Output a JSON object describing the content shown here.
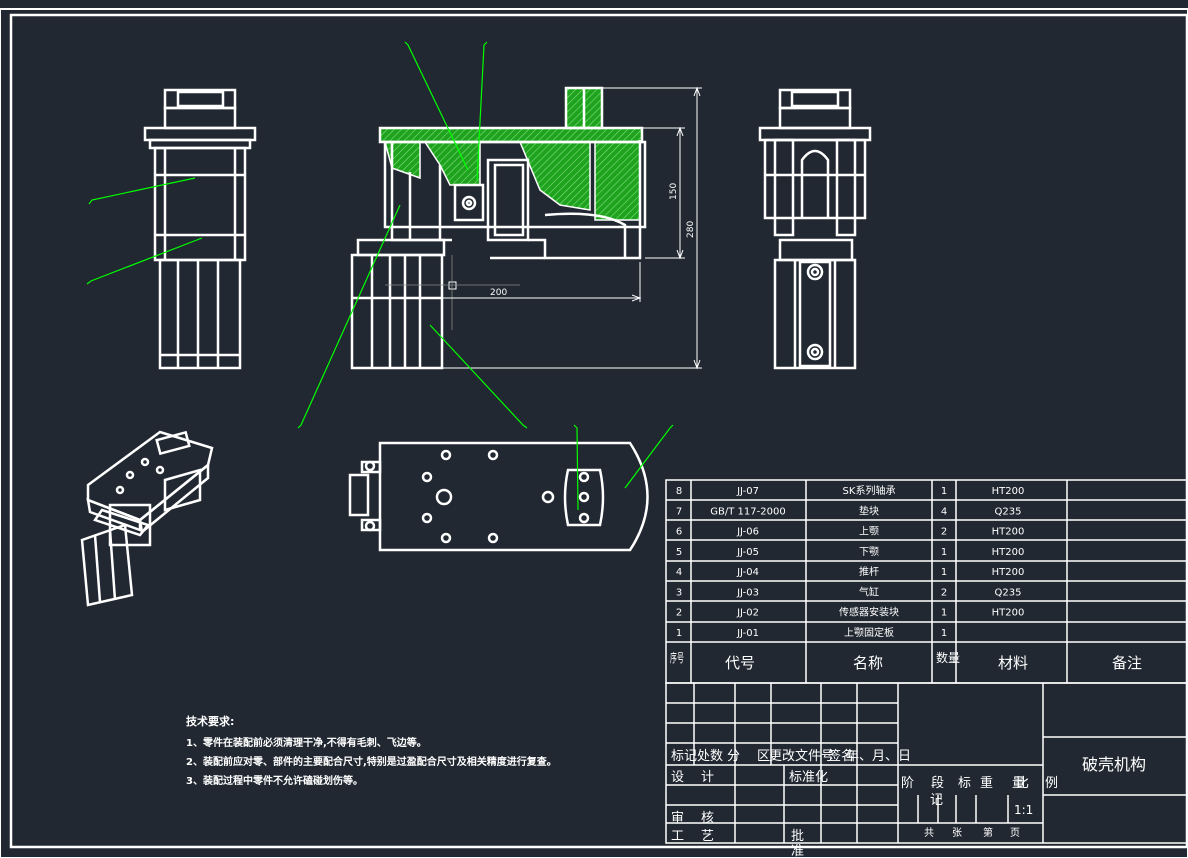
{
  "drawing": {
    "title": "破壳机构",
    "scale": "1:1",
    "colors": {
      "background": "#212831",
      "line": "#ffffff",
      "leader": "#00ff00",
      "hatch": "#1fa31f"
    }
  },
  "dimensions": {
    "width_200": "200",
    "height_150": "150",
    "height_280": "280"
  },
  "technical_notes": {
    "title": "技术要求:",
    "lines": [
      "1、零件在装配前必须清理干净,不得有毛刺、飞边等。",
      "2、装配前应对零、部件的主要配合尺寸,特别是过盈配合尺寸及相关精度进行复查。",
      "3、装配过程中零件不允许磕碰划伤等。"
    ]
  },
  "parts_list": {
    "header": {
      "no": "序号",
      "code": "代号",
      "name": "名称",
      "qty": "数量",
      "material": "材料",
      "note": "备注"
    },
    "rows": [
      {
        "no": "8",
        "code": "JJ-07",
        "name": "SK系列轴承",
        "qty": "1",
        "material": "HT200"
      },
      {
        "no": "7",
        "code": "GB/T 117-2000",
        "name": "垫块",
        "qty": "4",
        "material": "Q235"
      },
      {
        "no": "6",
        "code": "JJ-06",
        "name": "上颚",
        "qty": "2",
        "material": "HT200"
      },
      {
        "no": "5",
        "code": "JJ-05",
        "name": "下颚",
        "qty": "1",
        "material": "HT200"
      },
      {
        "no": "4",
        "code": "JJ-04",
        "name": "推杆",
        "qty": "1",
        "material": "HT200"
      },
      {
        "no": "3",
        "code": "JJ-03",
        "name": "气缸",
        "qty": "2",
        "material": "Q235"
      },
      {
        "no": "2",
        "code": "JJ-02",
        "name": "传感器安装块",
        "qty": "1",
        "material": "HT200"
      },
      {
        "no": "1",
        "code": "JJ-01",
        "name": "上颚固定板",
        "qty": "1",
        "material": ""
      }
    ]
  },
  "title_block": {
    "rev_labels": [
      "标记",
      "处数",
      "分",
      "区",
      "更改文件号",
      "签名",
      "年、月、日"
    ],
    "design": "设",
    "design2": "计",
    "standard": "标准化",
    "review": "审",
    "review2": "核",
    "process": "工",
    "process2": "艺",
    "approve": "批",
    "approve2": "准",
    "stage": "阶",
    "stage2": "段",
    "stage_mark": "标",
    "stage_mark2": "记",
    "weight": "重",
    "weight2": "量",
    "scale_label": "比",
    "scale_label2": "例",
    "total": "共",
    "sheets": "张",
    "sheet_no": "第",
    "page": "页"
  }
}
